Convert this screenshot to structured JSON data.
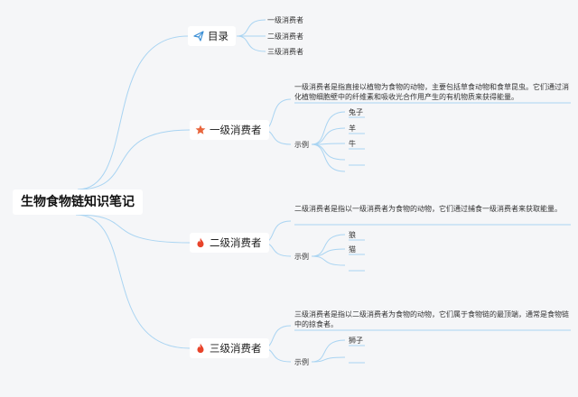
{
  "root": {
    "title": "生物食物链知识笔记"
  },
  "toc": {
    "label": "目录",
    "icon": "paper-plane-icon",
    "items": [
      "一级消费者",
      "二级消费者",
      "三级消费者"
    ]
  },
  "consumers": [
    {
      "label": "一级消费者",
      "icon": "star-icon",
      "description": "一级消费者是指直接以植物为食物的动物，主要包括草食动物和食草昆虫。它们通过消化植物细胞壁中的纤维素和吸收光合作用产生的有机物质来获得能量。",
      "example_label": "示例",
      "examples": [
        "兔子",
        "羊",
        "牛",
        ""
      ]
    },
    {
      "label": "二级消费者",
      "icon": "fire-icon",
      "description": "二级消费者是指以一级消费者为食物的动物，它们通过捕食一级消费者来获取能量。",
      "example_label": "示例",
      "examples": [
        "狼",
        "猫",
        ""
      ]
    },
    {
      "label": "三级消费者",
      "icon": "fire-icon",
      "description": "三级消费者是指以二级消费者为食物的动物，它们属于食物链的最顶端，通常是食物链中的掠食者。",
      "example_label": "示例",
      "examples": [
        "狮子",
        ""
      ]
    }
  ],
  "colors": {
    "line": "#a9d4f2",
    "star": "#e8663d",
    "fire": "#e8432a",
    "plane": "#3b8fd6"
  }
}
